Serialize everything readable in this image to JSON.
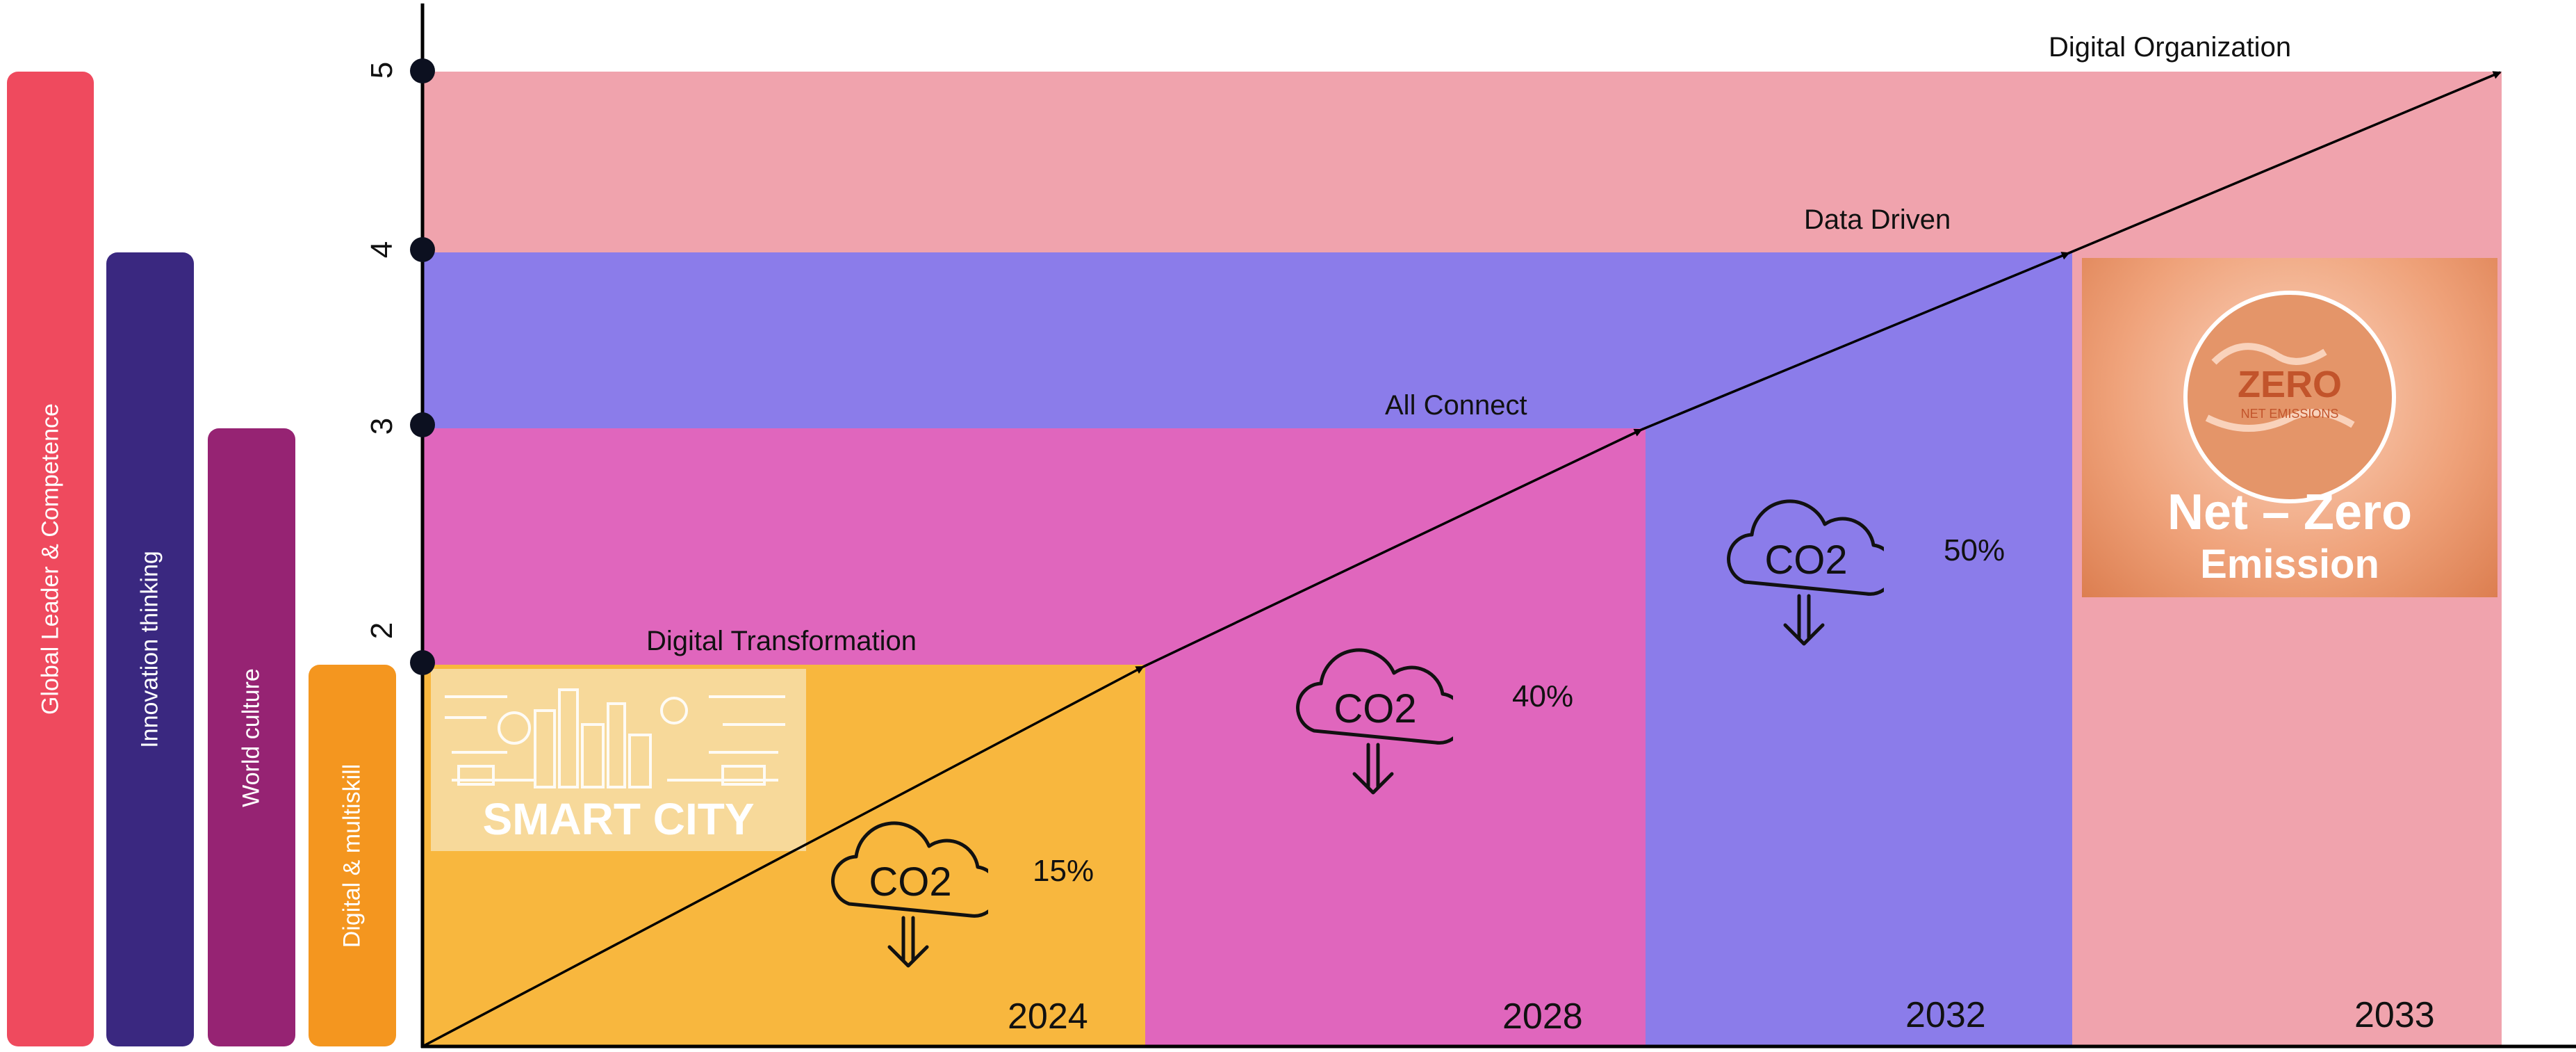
{
  "competencies": [
    {
      "label": "Global Leader & Competence",
      "color": "#ef4a5e"
    },
    {
      "label": "Innovation thinking",
      "color": "#3a2880"
    },
    {
      "label": "World culture",
      "color": "#962373"
    },
    {
      "label": "Digital & multiskill",
      "color": "#f4961f"
    }
  ],
  "y_ticks": [
    "2",
    "3",
    "4",
    "5"
  ],
  "milestones": [
    {
      "label": "Digital Transformation",
      "year": "2024",
      "reduction": "15%",
      "color": "#f8b73e"
    },
    {
      "label": "All Connect",
      "year": "2028",
      "reduction": "40%",
      "color": "#e066bd"
    },
    {
      "label": "Data Driven",
      "year": "2032",
      "reduction": "50%",
      "color": "#8b7cea"
    },
    {
      "label": "Digital Organization",
      "year": "2033",
      "color": "#f0a3ad"
    }
  ],
  "co2_icon": {
    "icon": "co2-cloud-down-icon",
    "text": "CO2"
  },
  "smart_city": {
    "icon": "smart-city-illustration-icon",
    "text": "SMART CITY"
  },
  "net_zero": {
    "icon": "net-zero-globe-icon",
    "zero": "ZERO",
    "net_emissions": "NET EMISSIONS",
    "line1": "Net – Zero",
    "line2": "Emission"
  }
}
